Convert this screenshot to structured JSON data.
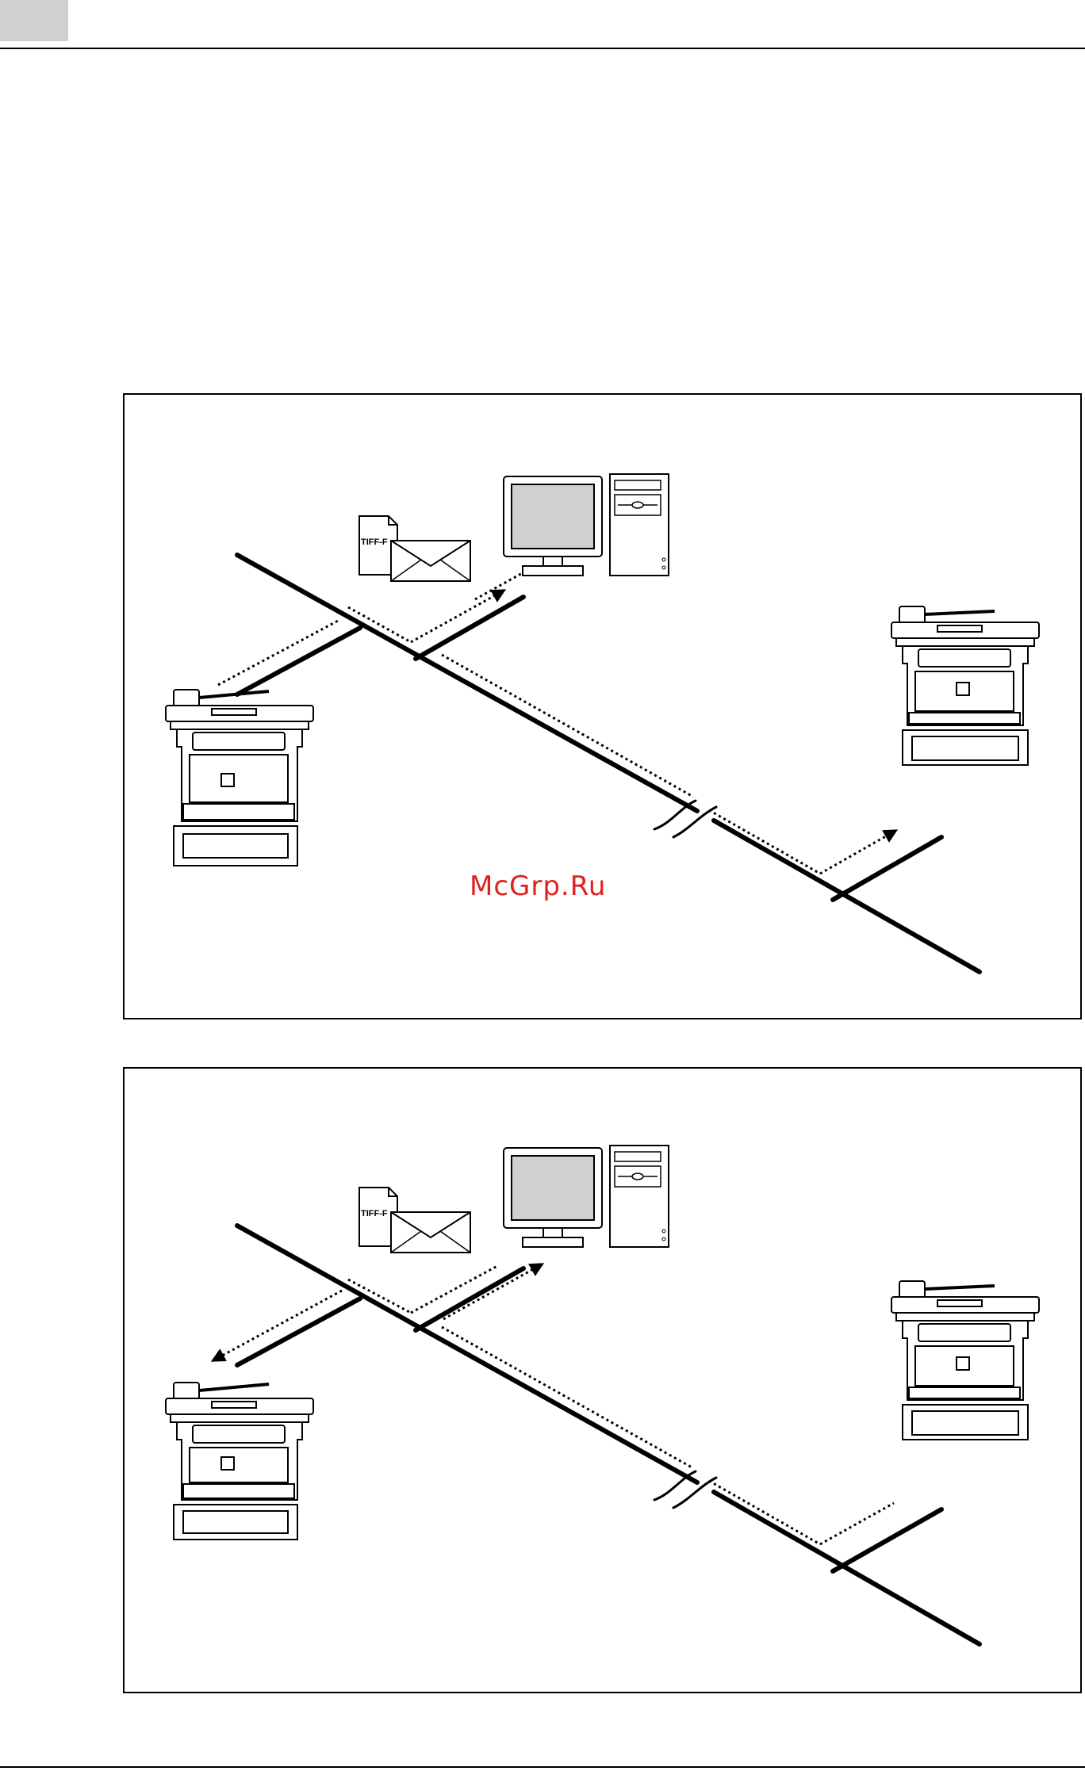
{
  "diagram_1": {
    "file_tag": "TIFF-F",
    "watermark": "McGrp.Ru"
  },
  "diagram_2": {
    "file_tag": "TIFF-F"
  }
}
